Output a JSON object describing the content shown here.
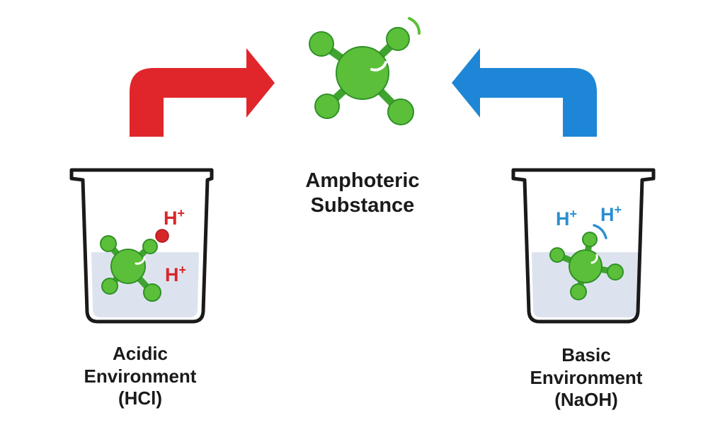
{
  "center_label": {
    "line1": "Amphoteric",
    "line2": "Substance"
  },
  "acid_label": {
    "line1": "Acidic",
    "line2": "Environment",
    "line3": "(HCl)"
  },
  "base_label": {
    "line1": "Basic",
    "line2": "Environment",
    "line3": "(NaOH)"
  },
  "ions": {
    "acid_top": "H",
    "acid_bottom": "H",
    "base_left": "H",
    "base_right": "H",
    "charge": "+"
  },
  "colors": {
    "acid_arrow": "#e0262a",
    "base_arrow": "#1e86d6",
    "molecule_fill": "#5cbf3a",
    "molecule_stroke": "#2f9127",
    "acid_ion": "#d7262a",
    "base_ion": "#2a8fd0",
    "liquid": "#dde3ee",
    "beaker_outline": "#1a1a1a"
  }
}
